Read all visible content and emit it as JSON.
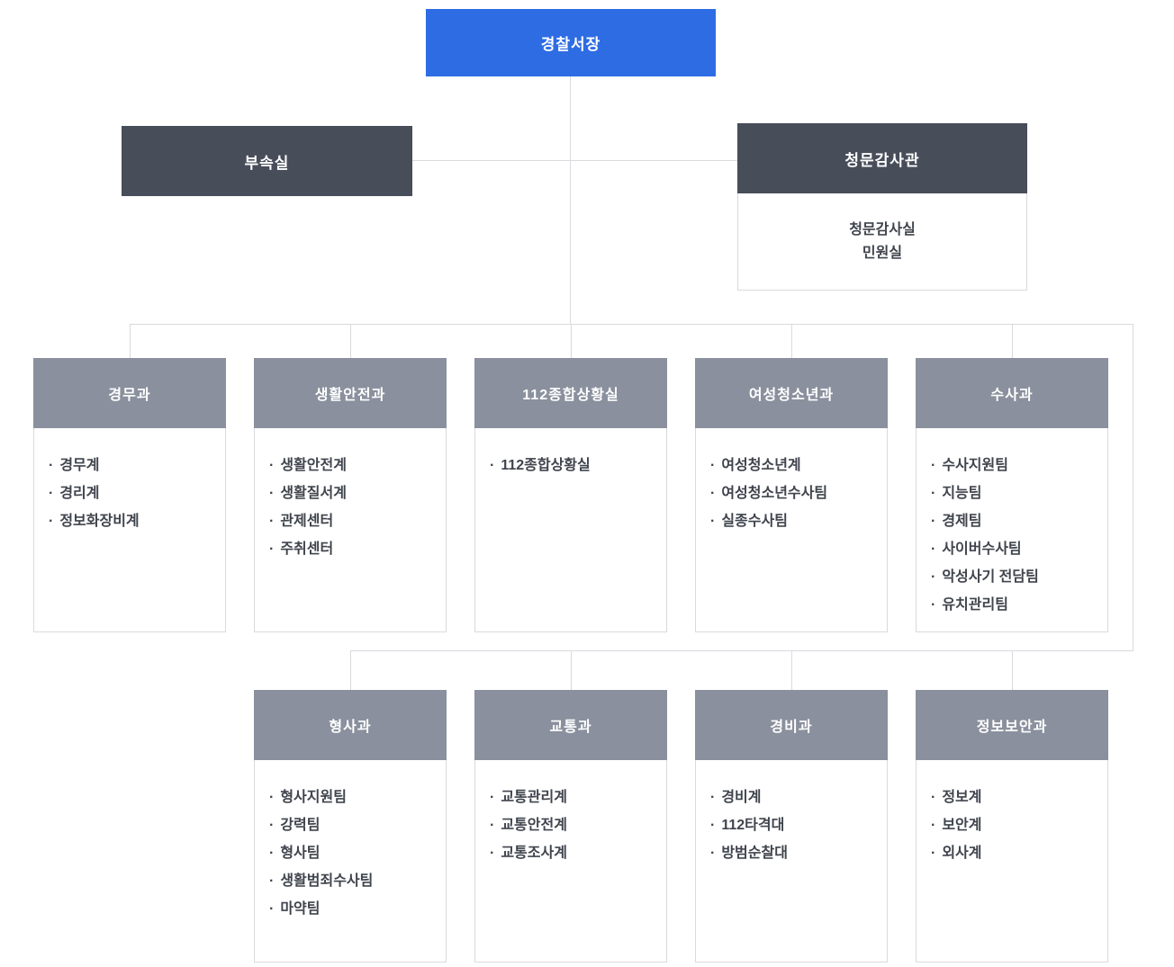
{
  "org_chart": {
    "root": {
      "label": "경찰서장"
    },
    "level2": {
      "annex": {
        "label": "부속실"
      },
      "audit": {
        "label": "청문감사관",
        "sub_items_text": "청문감사실\n민원실"
      }
    },
    "departments": [
      {
        "title": "경무과",
        "items": [
          "경무계",
          "경리계",
          "정보화장비계"
        ]
      },
      {
        "title": "생활안전과",
        "items": [
          "생활안전계",
          "생활질서계",
          "관제센터",
          "주취센터"
        ]
      },
      {
        "title": "112종합상황실",
        "items": [
          "112종합상황실"
        ]
      },
      {
        "title": "여성청소년과",
        "items": [
          "여성청소년계",
          "여성청소년수사팀",
          "실종수사팀"
        ]
      },
      {
        "title": "수사과",
        "items": [
          "수사지원팀",
          "지능팀",
          "경제팀",
          "사이버수사팀",
          "악성사기 전담팀",
          "유치관리팀"
        ]
      },
      {
        "title": "형사과",
        "items": [
          "형사지원팀",
          "강력팀",
          "형사팀",
          "생활범죄수사팀",
          "마약팀"
        ]
      },
      {
        "title": "교통과",
        "items": [
          "교통관리계",
          "교통안전계",
          "교통조사계"
        ]
      },
      {
        "title": "경비과",
        "items": [
          "경비계",
          "112타격대",
          "방범순찰대"
        ]
      },
      {
        "title": "정보보안과",
        "items": [
          "정보계",
          "보안계",
          "외사계"
        ]
      }
    ],
    "colors": {
      "root_bg": "#2e6ce4",
      "level2_bg": "#474d59",
      "dept_header_bg": "#8a909d",
      "border_line": "#d8dade",
      "item_text": "#3f444d"
    }
  }
}
